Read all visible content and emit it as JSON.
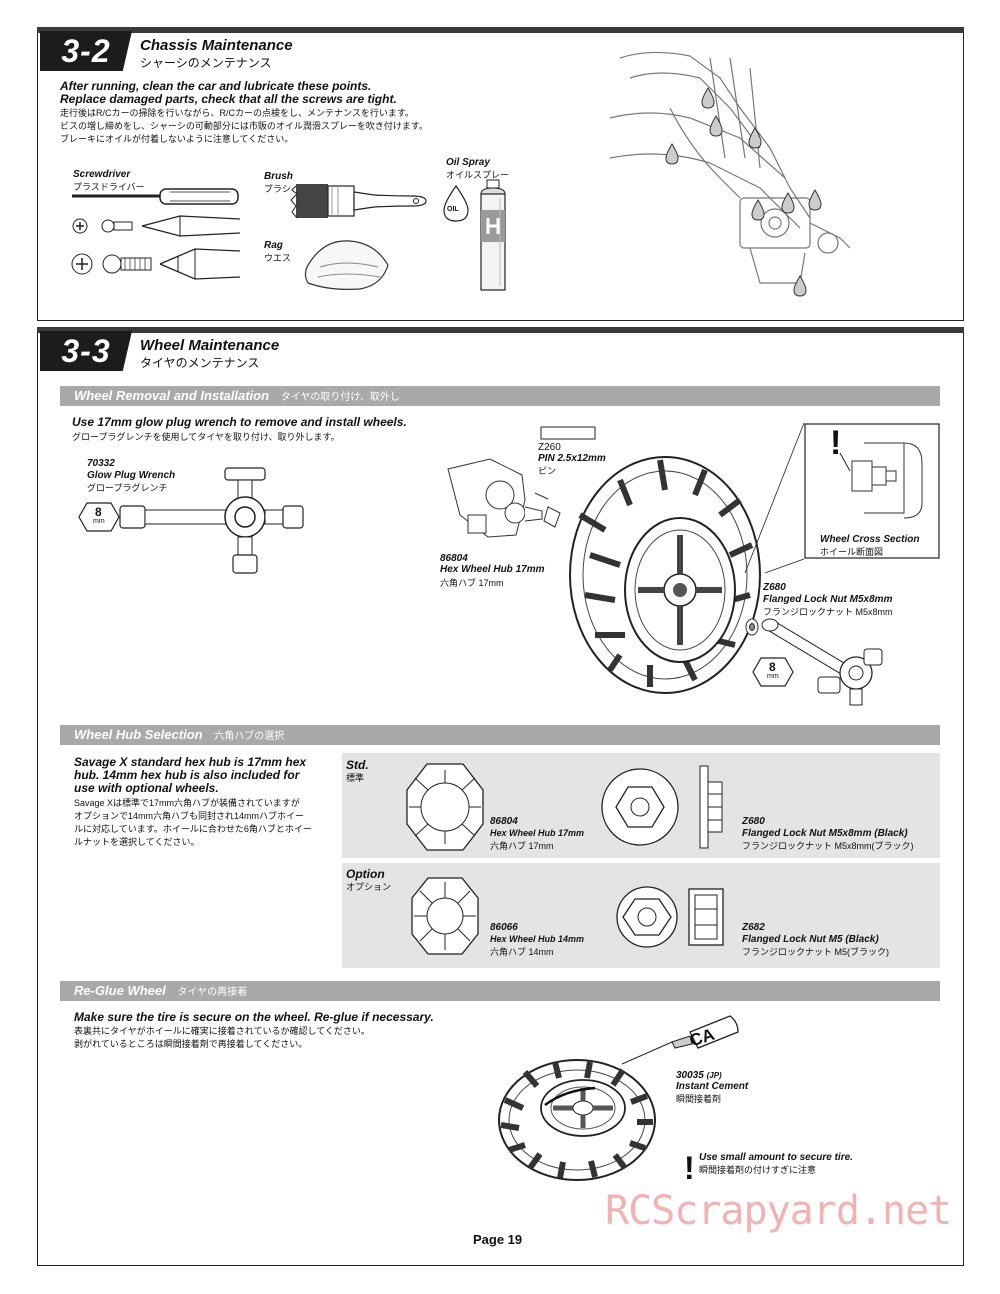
{
  "section_32": {
    "number": "3-2",
    "title": "Chassis Maintenance",
    "title_jp": "シャーシのメンテナンス",
    "instruction_line1": "After running, clean the car and lubricate these points.",
    "instruction_line2": "Replace damaged parts, check that all the screws are tight.",
    "jp_line1": "走行後はR/Cカーの掃除を行いながら、R/Cカーの点検をし、メンテナンスを行います。",
    "jp_line2": "ビスの増し締めをし、シャーシの可動部分には市販のオイル潤滑スプレーを吹き付けます。",
    "jp_line3": "ブレーキにオイルが付着しないように注意してください。",
    "tools": {
      "screwdriver": "Screwdriver",
      "screwdriver_jp": "プラスドライバー",
      "brush": "Brush",
      "brush_jp": "ブラシ",
      "rag": "Rag",
      "rag_jp": "ウエス",
      "oil_spray": "Oil Spray",
      "oil_spray_jp": "オイルスプレー",
      "oil_drop_label": "OIL"
    }
  },
  "section_33": {
    "number": "3-3",
    "title": "Wheel Maintenance",
    "title_jp": "タイヤのメンテナンス",
    "removal": {
      "heading": "Wheel Removal and Installation",
      "heading_jp": "タイヤの取り付け、取外し",
      "instruction": "Use 17mm glow plug wrench to remove and install wheels.",
      "instruction_jp": "グロープラグレンチを使用してタイヤを取り付け、取り外します。",
      "wrench_part_no": "70332",
      "wrench_name": "Glow Plug Wrench",
      "wrench_name_jp": "グロープラグレンチ",
      "hex_size": "8",
      "hex_unit": "mm",
      "pin_part_no": "Z260",
      "pin_name": "PIN 2.5x12mm",
      "pin_name_jp": "ピン",
      "hub_part_no": "86804",
      "hub_name": "Hex Wheel Hub 17mm",
      "hub_name_jp": "六角ハブ 17mm",
      "nut_part_no": "Z680",
      "nut_name": "Flanged Lock Nut M5x8mm",
      "nut_name_jp": "フランジロックナット M5x8mm",
      "cross_section": "Wheel Cross Section",
      "cross_section_jp": "ホイール断面図",
      "warning": "!"
    },
    "hub_selection": {
      "heading": "Wheel Hub Selection",
      "heading_jp": "六角ハブの選択",
      "text_line1": "Savage X standard hex hub is 17mm hex",
      "text_line2": "hub. 14mm hex hub is also included for",
      "text_line3": "use with optional wheels.",
      "jp_line1": "Savage Xは標準で17mm六角ハブが装備されていますが",
      "jp_line2": "オプションで14mm六角ハブも同封され14mmハブホイー",
      "jp_line3": "ルに対応しています。ホイールに合わせた6角ハブとホイー",
      "jp_line4": "ルナットを選択してください。",
      "std_label": "Std.",
      "std_label_jp": "標準",
      "option_label": "Option",
      "option_label_jp": "オプション",
      "std_hub_no": "86804",
      "std_hub_name": "Hex Wheel Hub 17mm",
      "std_hub_jp": "六角ハブ 17mm",
      "std_nut_no": "Z680",
      "std_nut_name": "Flanged Lock Nut M5x8mm (Black)",
      "std_nut_jp": "フランジロックナット M5x8mm(ブラック)",
      "opt_hub_no": "86066",
      "opt_hub_name": "Hex Wheel Hub 14mm",
      "opt_hub_jp": "六角ハブ 14mm",
      "opt_nut_no": "Z682",
      "opt_nut_name": "Flanged Lock Nut M5 (Black)",
      "opt_nut_jp": "フランジロックナット M5(ブラック)"
    },
    "reglue": {
      "heading": "Re-Glue Wheel",
      "heading_jp": "タイヤの再接着",
      "instruction": "Make sure the tire is secure on the wheel. Re-glue if necessary.",
      "jp_line1": "表裏共にタイヤがホイールに確実に接着されているか確認してください。",
      "jp_line2": "剥がれているところは瞬間接着剤で再接着してください。",
      "ca_label": "CA",
      "cement_part_no": "30035",
      "cement_region": "(JP)",
      "cement_name": "Instant Cement",
      "cement_jp": "瞬間接着剤",
      "tip": "Use small amount to secure tire.",
      "tip_jp": "瞬間接着剤の付けすぎに注意"
    }
  },
  "page_label": "Page 19",
  "watermark": "RCScrapyard.net"
}
